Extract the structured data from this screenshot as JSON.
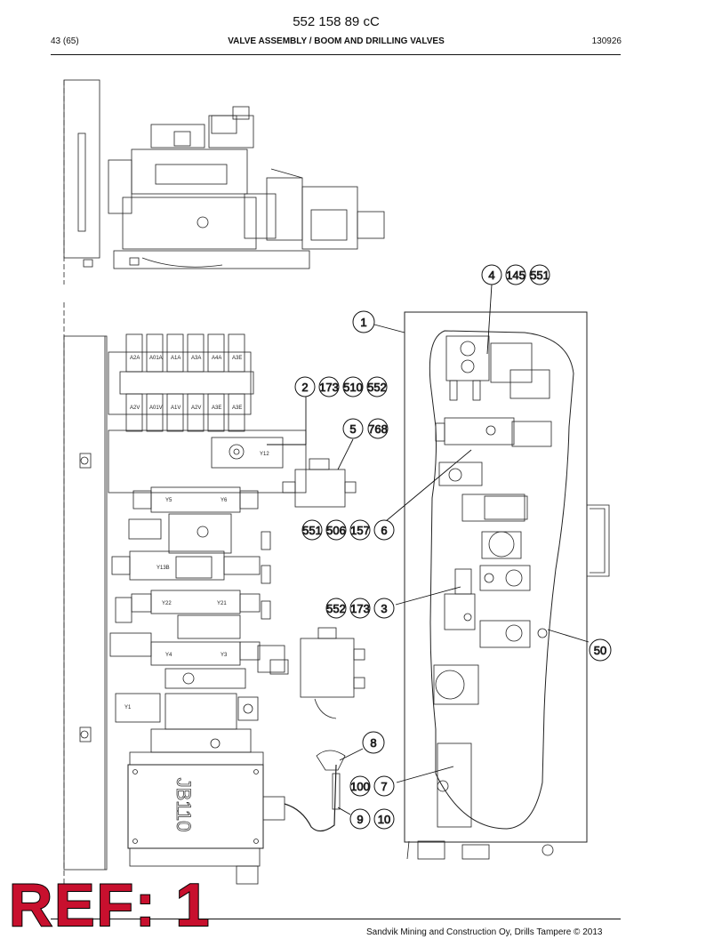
{
  "header": {
    "doc_number": "552 158 89 cC",
    "page": "43 (65)",
    "title": "VALVE ASSEMBLY / BOOM AND DRILLING VALVES",
    "date_code": "130926"
  },
  "callouts": {
    "c_4": "4",
    "c_145": "145",
    "c_551a": "551",
    "c_1": "1",
    "c_2": "2",
    "c_173a": "173",
    "c_510": "510",
    "c_552a": "552",
    "c_5": "5",
    "c_768": "768",
    "c_551b": "551",
    "c_506": "506",
    "c_157": "157",
    "c_6": "6",
    "c_552b": "552",
    "c_173b": "173",
    "c_3": "3",
    "c_50": "50",
    "c_8": "8",
    "c_100": "100",
    "c_7": "7",
    "c_9": "9",
    "c_10": "10"
  },
  "drawing_labels": {
    "junction_box": "JB110",
    "sol_top": [
      "A2A",
      "A01A",
      "A1A",
      "A3A",
      "A4A",
      "A3E"
    ],
    "sol_bottom": [
      "A2V",
      "A01V",
      "A1V",
      "A2V",
      "A3E",
      "A3E"
    ],
    "y12": "Y12",
    "y5": "Y5",
    "y6": "Y6",
    "y13b": "Y13B",
    "y22": "Y22",
    "y21": "Y21",
    "y4": "Y4",
    "y3": "Y3",
    "y1": "Y1"
  },
  "ref": {
    "label": "REF: 1"
  },
  "footer": {
    "text": "Sandvik Mining and Construction Oy, Drills Tampere © 2013"
  }
}
